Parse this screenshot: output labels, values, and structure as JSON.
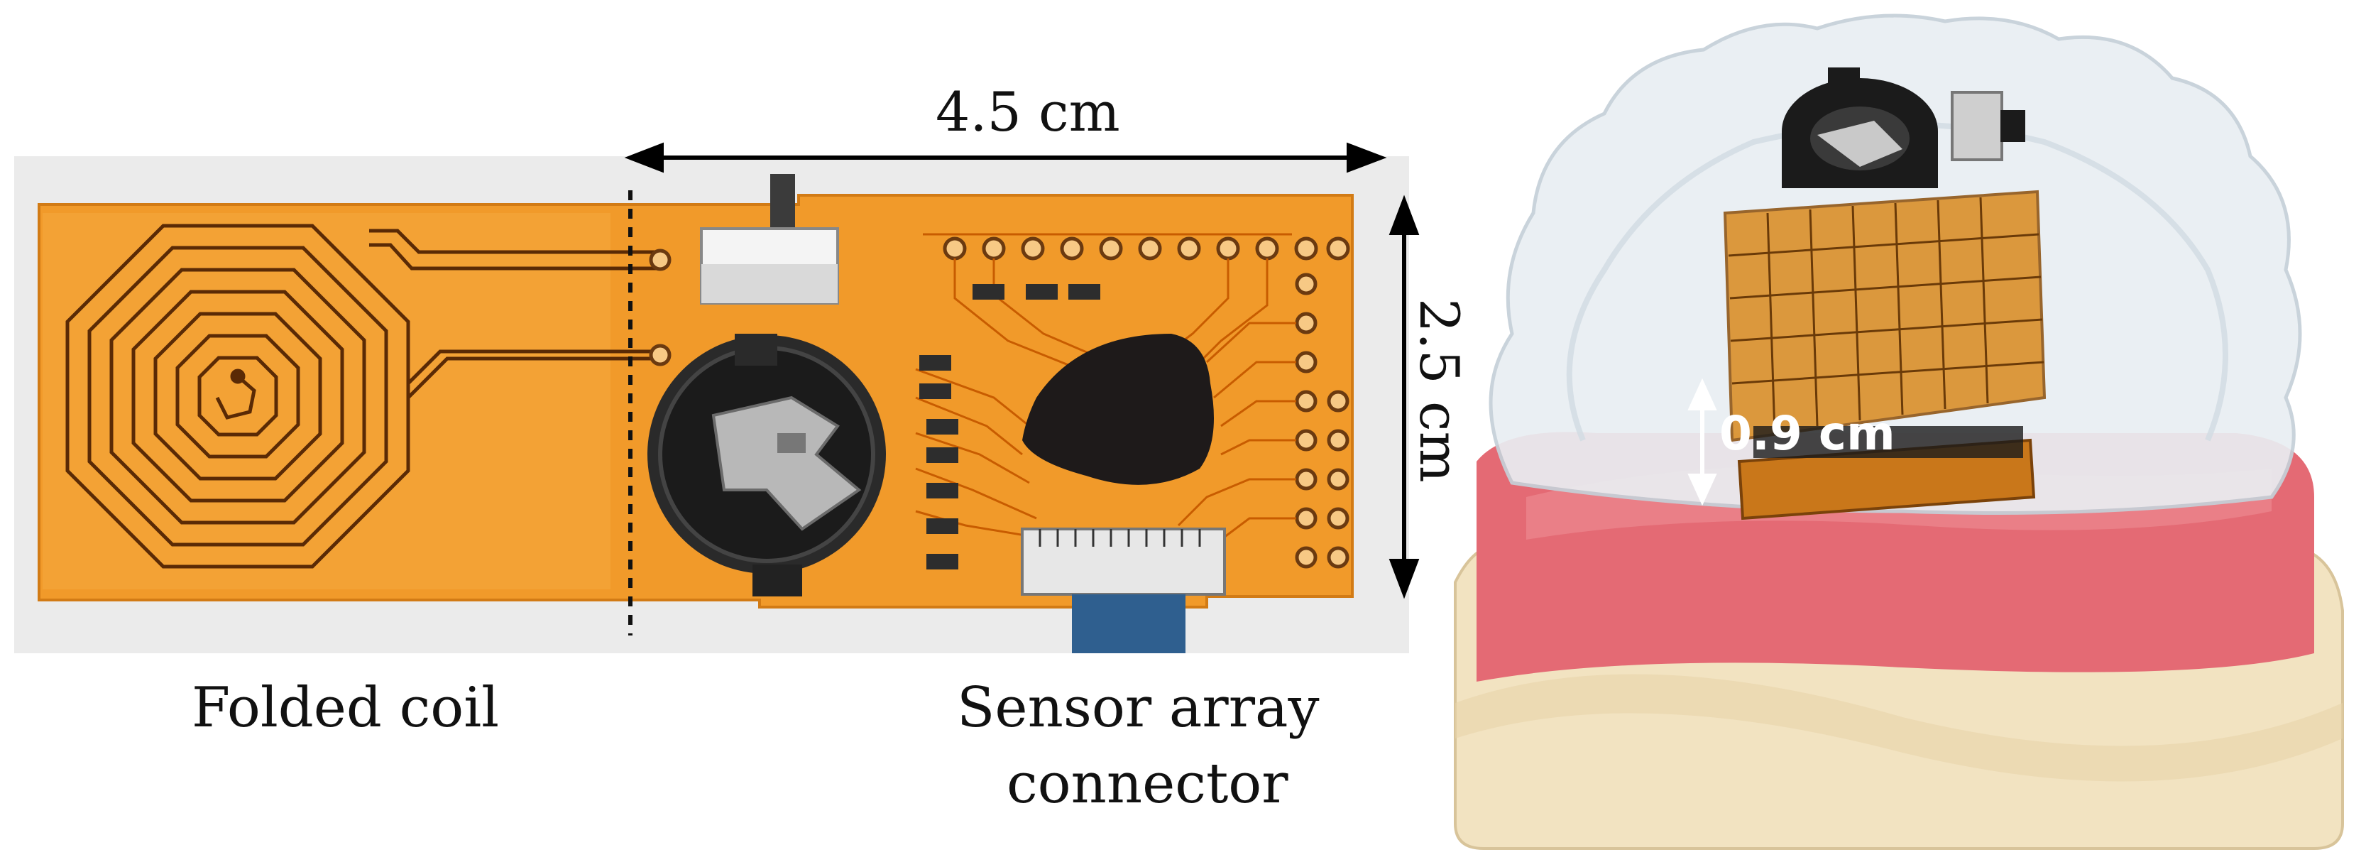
{
  "figure": {
    "left_photo": {
      "name": "pcb-board-photo",
      "dimension_length": "4.5 cm",
      "dimension_height": "2.5 cm",
      "caption_left": "Folded coil",
      "caption_right_line1": "Sensor array",
      "caption_right_line2": "connector"
    },
    "right_photo": {
      "name": "mouth-guard-photo",
      "dimension_thickness": "0.9 cm"
    }
  },
  "colors": {
    "pcb_orange": "#f19a2a",
    "pcb_trace": "#c85c00",
    "gum_pink": "#e46a74",
    "base_cream": "#f2e3c1",
    "clear_guard": "#e9eef2",
    "component_black": "#1b1b1b"
  }
}
